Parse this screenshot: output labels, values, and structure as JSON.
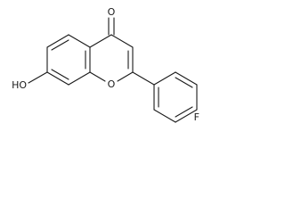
{
  "molecule": {
    "atom_labels": {
      "carbonyl_oxygen": "O",
      "ring_oxygen": "O",
      "hydroxyl": "HO",
      "fluorine": "F"
    }
  }
}
